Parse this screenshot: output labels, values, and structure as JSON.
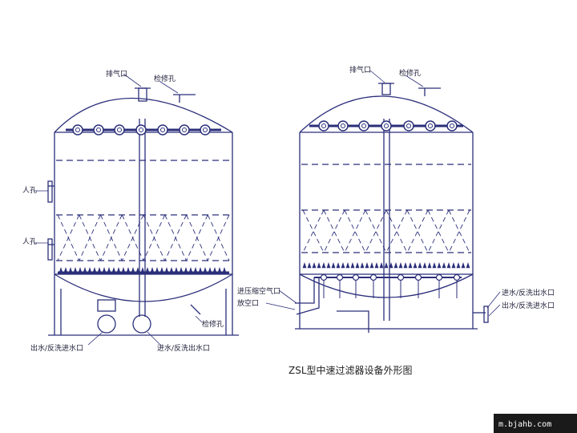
{
  "caption": "ZSL型中速过滤器设备外形图",
  "watermark": "m.bjahb.com",
  "colors": {
    "background": "#ffffff",
    "line": "#2b2f7a",
    "watermark_bg": "#1a1a1a"
  },
  "left_labels": {
    "vent": "排气口",
    "inspection_top": "检修孔",
    "manhole_upper": "人孔",
    "manhole_lower": "人孔",
    "inspection_bottom": "检修孔",
    "outlet_backwash_in": "出水/反洗进水口",
    "inlet_backwash_out": "进水/反洗出水口"
  },
  "right_labels": {
    "vent": "排气口",
    "inspection_top": "检修孔",
    "compressed_air_in": "进压缩空气口",
    "drain": "放空口",
    "inlet_backwash_out": "进水/反洗出水口",
    "outlet_backwash_in": "出水/反洗进水口"
  }
}
